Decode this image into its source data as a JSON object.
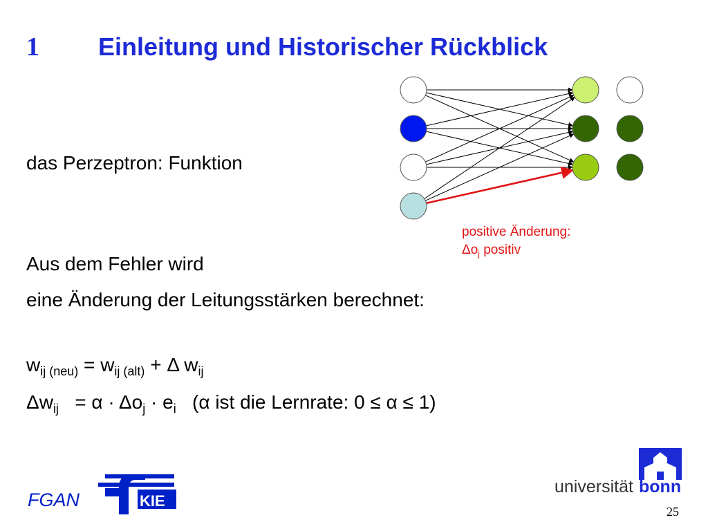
{
  "title": {
    "number": "1",
    "text": "Einleitung und Historischer Rückblick"
  },
  "subtitle": "das Perzeptron: Funktion",
  "body": {
    "line1": "Aus dem Fehler wird",
    "line2": "eine Änderung der Leitungsstärken berechnet:"
  },
  "formula1": {
    "w1": "w",
    "s1": "ij (neu)",
    "eq": " = ",
    "w2": "w",
    "s2": "ij (alt)",
    "plus": " + Δ w",
    "s3": "ij"
  },
  "formula2": {
    "dw": "Δw",
    "s1": "ij",
    "eq": "   = α · Δo",
    "s2": "j",
    "dot": " · e",
    "s3": "i",
    "note": "   (α ist die Lernrate: 0 ≤ α ≤ 1)"
  },
  "annotation": {
    "line1": "positive Änderung:",
    "line2_pre": "Δo",
    "line2_sub": "j",
    "line2_post": " positiv"
  },
  "network": {
    "input_fill": [
      "#ffffff",
      "#0018f0",
      "#ffffff",
      "#b8e0e0"
    ],
    "output_fill": [
      "#ccf070",
      "#336600",
      "#99cc11"
    ],
    "extra_fill": [
      "#ffffff",
      "#336600",
      "#336600"
    ],
    "edge_color": "#000000",
    "highlight_color": "#e11414"
  },
  "logos": {
    "left_text": "FGAN",
    "left_mark": "KIE",
    "right_text": "universität",
    "right_bold": "bonn"
  },
  "page_number": "25"
}
